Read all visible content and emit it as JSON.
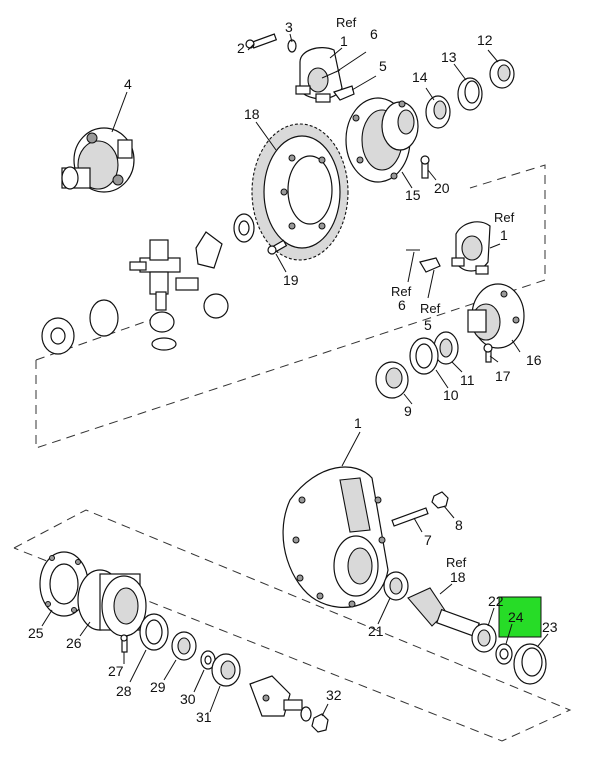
{
  "highlight": {
    "color": "#27dc27",
    "part": "24"
  },
  "labels": {
    "p1a": "1",
    "p1b": "1",
    "p1c": "1",
    "p2": "2",
    "p3": "3",
    "p4": "4",
    "p5a": "5",
    "p5b": "5",
    "p6a": "6",
    "p6b": "6",
    "p7": "7",
    "p8": "8",
    "p9": "9",
    "p10": "10",
    "p11": "11",
    "p12": "12",
    "p13": "13",
    "p14": "14",
    "p15": "15",
    "p16": "16",
    "p17": "17",
    "p18a": "18",
    "p18b": "18",
    "p19": "19",
    "p20": "20",
    "p21": "21",
    "p22": "22",
    "p23": "23",
    "p24": "24",
    "p25": "25",
    "p26": "26",
    "p27": "27",
    "p28": "28",
    "p29": "29",
    "p30": "30",
    "p31": "31",
    "p32": "32",
    "ref_top": "Ref",
    "ref_mid": "Ref",
    "ref_mid2": "Ref",
    "ref_low": "Ref"
  }
}
